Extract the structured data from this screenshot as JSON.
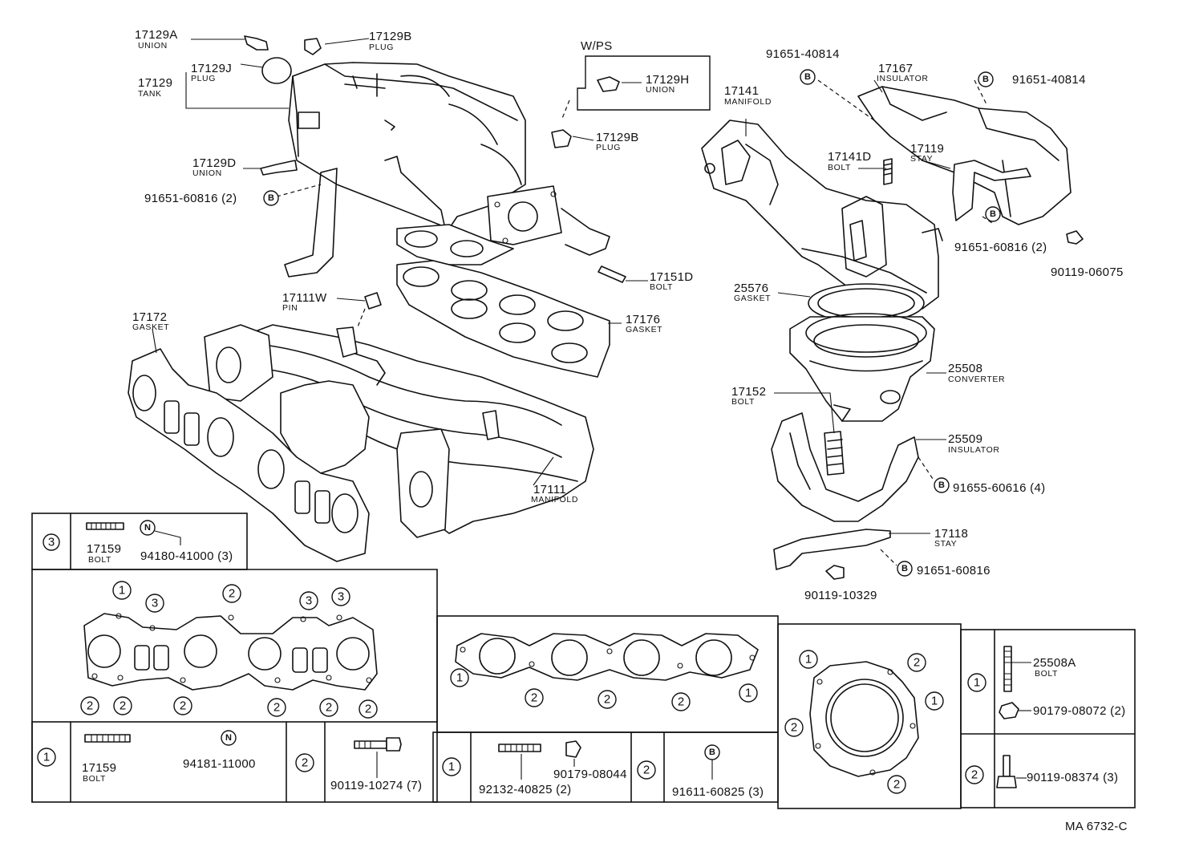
{
  "parts": {
    "p17129A": {
      "num": "17129A",
      "name": "UNION"
    },
    "p17129B_top": {
      "num": "17129B",
      "name": "PLUG"
    },
    "p17129J": {
      "num": "17129J",
      "name": "PLUG"
    },
    "p17129": {
      "num": "17129",
      "name": "TANK"
    },
    "p17129D": {
      "num": "17129D",
      "name": "UNION"
    },
    "p91651_60816_left": {
      "num": "91651-60816 (2)"
    },
    "wps": {
      "title": "W/PS"
    },
    "p17129H": {
      "num": "17129H",
      "name": "UNION"
    },
    "p17129B_mid": {
      "num": "17129B",
      "name": "PLUG"
    },
    "p17151D": {
      "num": "17151D",
      "name": "BOLT"
    },
    "p17111W": {
      "num": "17111W",
      "name": "PIN"
    },
    "p17176": {
      "num": "17176",
      "name": "GASKET"
    },
    "p17172": {
      "num": "17172",
      "name": "GASKET"
    },
    "p17111": {
      "num": "17111",
      "name": "MANIFOLD"
    },
    "p91651_40814_a": {
      "num": "91651-40814"
    },
    "p17167": {
      "num": "17167",
      "name": "INSULATOR"
    },
    "p91651_40814_b": {
      "num": "91651-40814"
    },
    "p17141": {
      "num": "17141",
      "name": "MANIFOLD"
    },
    "p17141D": {
      "num": "17141D",
      "name": "BOLT"
    },
    "p17119": {
      "num": "17119",
      "name": "STAY"
    },
    "p91651_60816_right": {
      "num": "91651-60816 (2)"
    },
    "p90119_06075": {
      "num": "90119-06075"
    },
    "p25576": {
      "num": "25576",
      "name": "GASKET"
    },
    "p25508": {
      "num": "25508",
      "name": "CONVERTER"
    },
    "p17152": {
      "num": "17152",
      "name": "BOLT"
    },
    "p25509": {
      "num": "25509",
      "name": "INSULATOR"
    },
    "p91655_60616": {
      "num": "91655-60616 (4)"
    },
    "p17118": {
      "num": "17118",
      "name": "STAY"
    },
    "p91651_60816_low": {
      "num": "91651-60816"
    },
    "p90119_10329": {
      "num": "90119-10329"
    }
  },
  "marks": {
    "one": "1",
    "two": "2",
    "three": "3",
    "b": "B",
    "n": "N"
  },
  "tables": {
    "t3": {
      "bolt_num": "17159",
      "bolt_name": "BOLT",
      "nut": "94180-41000 (3)"
    },
    "t1_left": {
      "bolt_num": "17159",
      "bolt_name": "BOLT",
      "nut": "94181-11000"
    },
    "t2_left": {
      "bolt": "90119-10274 (7)"
    },
    "t1_mid": {
      "stud": "92132-40825 (2)",
      "nut": "90179-08044"
    },
    "t2_mid": {
      "bolt": "91611-60825 (3)"
    },
    "t_right1": {
      "stud_num": "25508A",
      "stud_name": "BOLT",
      "nut": "90179-08072 (2)"
    },
    "t_right2": {
      "bolt": "90119-08374 (3)"
    }
  },
  "footer": {
    "code": "MA 6732-C"
  },
  "colors": {
    "ink": "#111111",
    "paper": "#ffffff"
  }
}
